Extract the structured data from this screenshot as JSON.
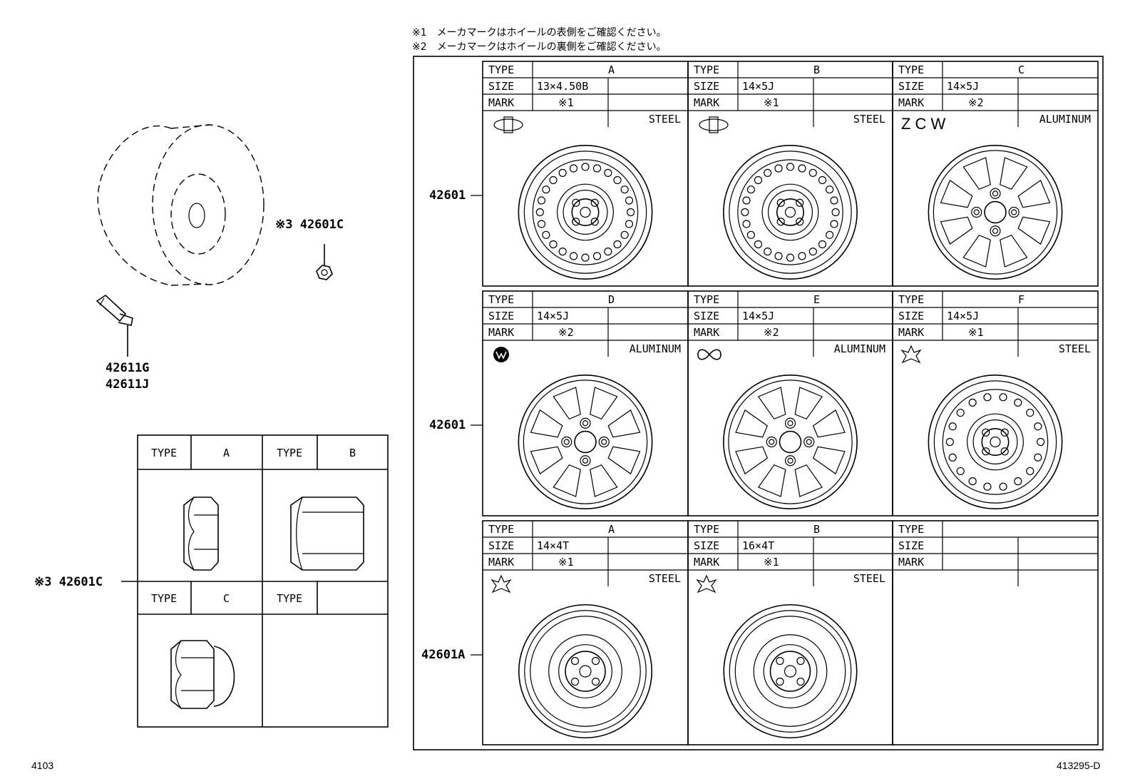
{
  "notes": {
    "note1": "※1　メーカマークはホイールの表側をご確認ください。",
    "note2": "※2　メーカマークはホイールの裏側をご確認ください。"
  },
  "callouts": {
    "nut_main": "※3  42601C",
    "nut_table": "※3  42601C",
    "valve_1": "42611G",
    "valve_2": "42611J",
    "row1": "42601",
    "row2": "42601",
    "row3": "42601A"
  },
  "labels": {
    "type": "TYPE",
    "size": "SIZE",
    "mark": "MARK"
  },
  "wheels": [
    {
      "type": "A",
      "size": "13×4.50B",
      "mark": "※1",
      "material": "STEEL",
      "logo": "ZCW-badge-icon"
    },
    {
      "type": "B",
      "size": "14×5J",
      "mark": "※1",
      "material": "STEEL",
      "logo": "ZCW-badge-icon"
    },
    {
      "type": "C",
      "size": "14×5J",
      "mark": "※2",
      "material": "ALUMINUM",
      "logo_text": "Z C W"
    },
    {
      "type": "D",
      "size": "14×5J",
      "mark": "※2",
      "material": "ALUMINUM",
      "logo": "w-badge-icon"
    },
    {
      "type": "E",
      "size": "14×5J",
      "mark": "※2",
      "material": "ALUMINUM",
      "logo": "infinity-badge-icon"
    },
    {
      "type": "F",
      "size": "14×5J",
      "mark": "※1",
      "material": "STEEL",
      "logo": "star-badge-icon"
    },
    {
      "type": "A",
      "size": "14×4T",
      "mark": "※1",
      "material": "STEEL",
      "logo": "star-badge-icon"
    },
    {
      "type": "B",
      "size": "16×4T",
      "mark": "※1",
      "material": "STEEL",
      "logo": "star-badge-icon"
    },
    {
      "type": "",
      "size": "",
      "mark": "",
      "material": ""
    }
  ],
  "nut_table": [
    {
      "type": "A"
    },
    {
      "type": "B"
    },
    {
      "type": "C"
    },
    {
      "type": ""
    }
  ],
  "footer": {
    "left": "4103",
    "right": "413295-D"
  }
}
